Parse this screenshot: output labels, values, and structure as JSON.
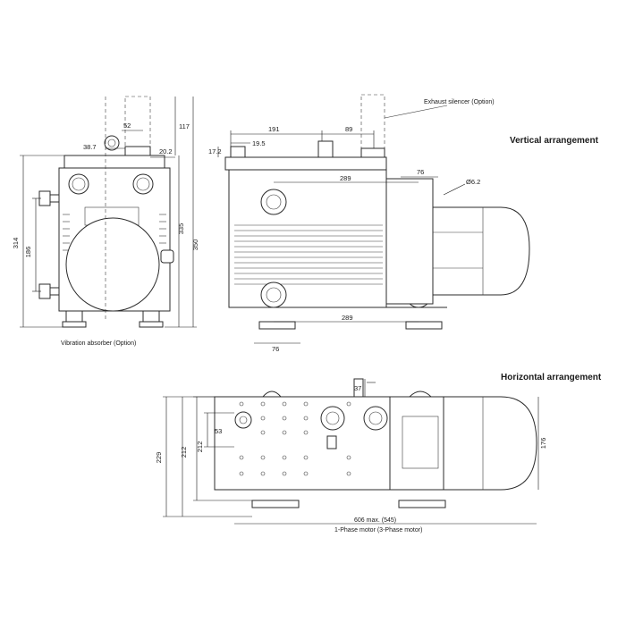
{
  "headings": {
    "vertical": "Vertical arrangement",
    "horizontal": "Horizontal arrangement"
  },
  "notes": {
    "exhaust_silencer": "Exhaust silencer (Option)",
    "vibration_absorber": "Vibration absorber (Option)",
    "motor_note_line1": "606 max. (545)",
    "motor_note_line2": "1-Phase motor (3-Phase motor)"
  },
  "dimensions": {
    "front": {
      "d52": "52",
      "d117": "117",
      "d38_7": "38.7",
      "d20_2": "20.2",
      "d314": "314",
      "d186": "186",
      "d335": "335",
      "d350": "350"
    },
    "side": {
      "d191": "191",
      "d89": "89",
      "d19_5": "19.5",
      "d17_2": "17.2",
      "d289_top": "289",
      "d76_top": "76",
      "phi6_2": "Ø6.2",
      "d289_bottom": "289",
      "d76_bottom": "76"
    },
    "horizontal": {
      "d37": "37",
      "d53": "53",
      "d212_inner": "212",
      "d212_outer": "212",
      "d229": "229",
      "d176": "176"
    }
  },
  "colors": {
    "line": "#2b2b2b",
    "background": "#ffffff",
    "text": "#1a1a1a"
  }
}
